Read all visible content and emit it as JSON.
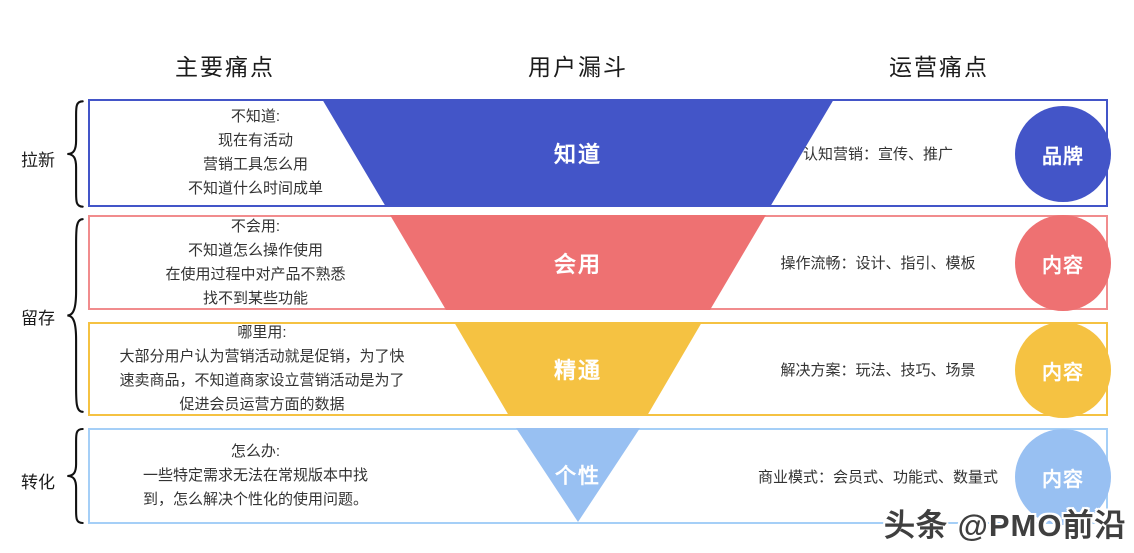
{
  "headers": {
    "left": "主要痛点",
    "middle": "用户漏斗",
    "right": "运营痛点"
  },
  "stage_labels": [
    "拉新",
    "留存",
    "转化"
  ],
  "rows": [
    {
      "stage": "拉新",
      "pain_title": "不知道:",
      "pain_lines": [
        "现在有活动",
        "营销工具怎么用",
        "不知道什么时间成单"
      ],
      "funnel_label": "知道",
      "ops_text": "认知营销：宣传、推广",
      "circle_label": "品牌",
      "color": "#4355C8"
    },
    {
      "stage": "留存",
      "pain_title": "不会用:",
      "pain_lines": [
        "不知道怎么操作使用",
        "在使用过程中对产品不熟悉",
        "找不到某些功能"
      ],
      "funnel_label": "会用",
      "ops_text": "操作流畅：设计、指引、模板",
      "circle_label": "内容",
      "color": "#EE7172"
    },
    {
      "stage": "留存",
      "pain_title": "哪里用:",
      "pain_lines": [
        "大部分用户认为营销活动就是促销，为了快",
        "速卖商品，不知道商家设立营销活动是为了",
        "促进会员运营方面的数据"
      ],
      "funnel_label": "精通",
      "ops_text": "解决方案：玩法、技巧、场景",
      "circle_label": "内容",
      "color": "#F5C242"
    },
    {
      "stage": "转化",
      "pain_title": "怎么办:",
      "pain_lines": [
        "一些特定需求无法在常规版本中找",
        "到，怎么解决个性化的使用问题。"
      ],
      "funnel_label": "个性",
      "ops_text": "商业模式：会员式、功能式、数量式",
      "circle_label": "内容",
      "color": "#98C0F2"
    }
  ],
  "colors": {
    "blue": "#4355C8",
    "red": "#EE7172",
    "red_border": "#F18C8D",
    "yellow": "#F5C242",
    "light_blue": "#98C0F2",
    "light_blue_border": "#A5CFF7",
    "text": "#333333",
    "watermark_text": "#3F3F3F"
  },
  "watermark": "头条 @PMO前沿"
}
